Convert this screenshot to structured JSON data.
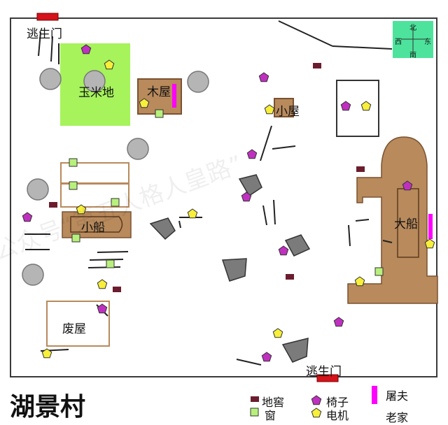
{
  "map_title": "湖景村",
  "watermark_text": "公众号“第五人格人皇路”",
  "compass": {
    "north": "北",
    "south": "南",
    "west": "西",
    "east": "东"
  },
  "exits": {
    "top_left": "逃生门",
    "bottom": "逃生门"
  },
  "areas": {
    "corn_field": "玉米地",
    "wood_house": "木屋",
    "small_house": "小屋",
    "small_boat": "小船",
    "big_ship": "大船",
    "ruined_house": "废屋"
  },
  "legend": {
    "cellar": "地窖",
    "window": "窗",
    "chair": "椅子",
    "generator": "电机",
    "hunter": "屠夫",
    "home": "老家"
  },
  "colors": {
    "border": "#3a3a3a",
    "corn_field": "#a6f35c",
    "building_fill": "#b88a5c",
    "building_border": "#7a5230",
    "chair": "#c030c0",
    "generator": "#f7ef3a",
    "window": "#b8f07c",
    "cellar": "#6b1d2e",
    "hunter_spawn": "#ff00ff",
    "exit": "#d4131a",
    "compass": "#4de39c",
    "rock": "#7b7b7b",
    "tree": "#b5b5b5"
  },
  "icons": {
    "chair": "pentagon-icon",
    "generator": "pentagon-icon",
    "window": "square-icon",
    "cellar": "rect-icon",
    "compass": "compass-icon"
  }
}
